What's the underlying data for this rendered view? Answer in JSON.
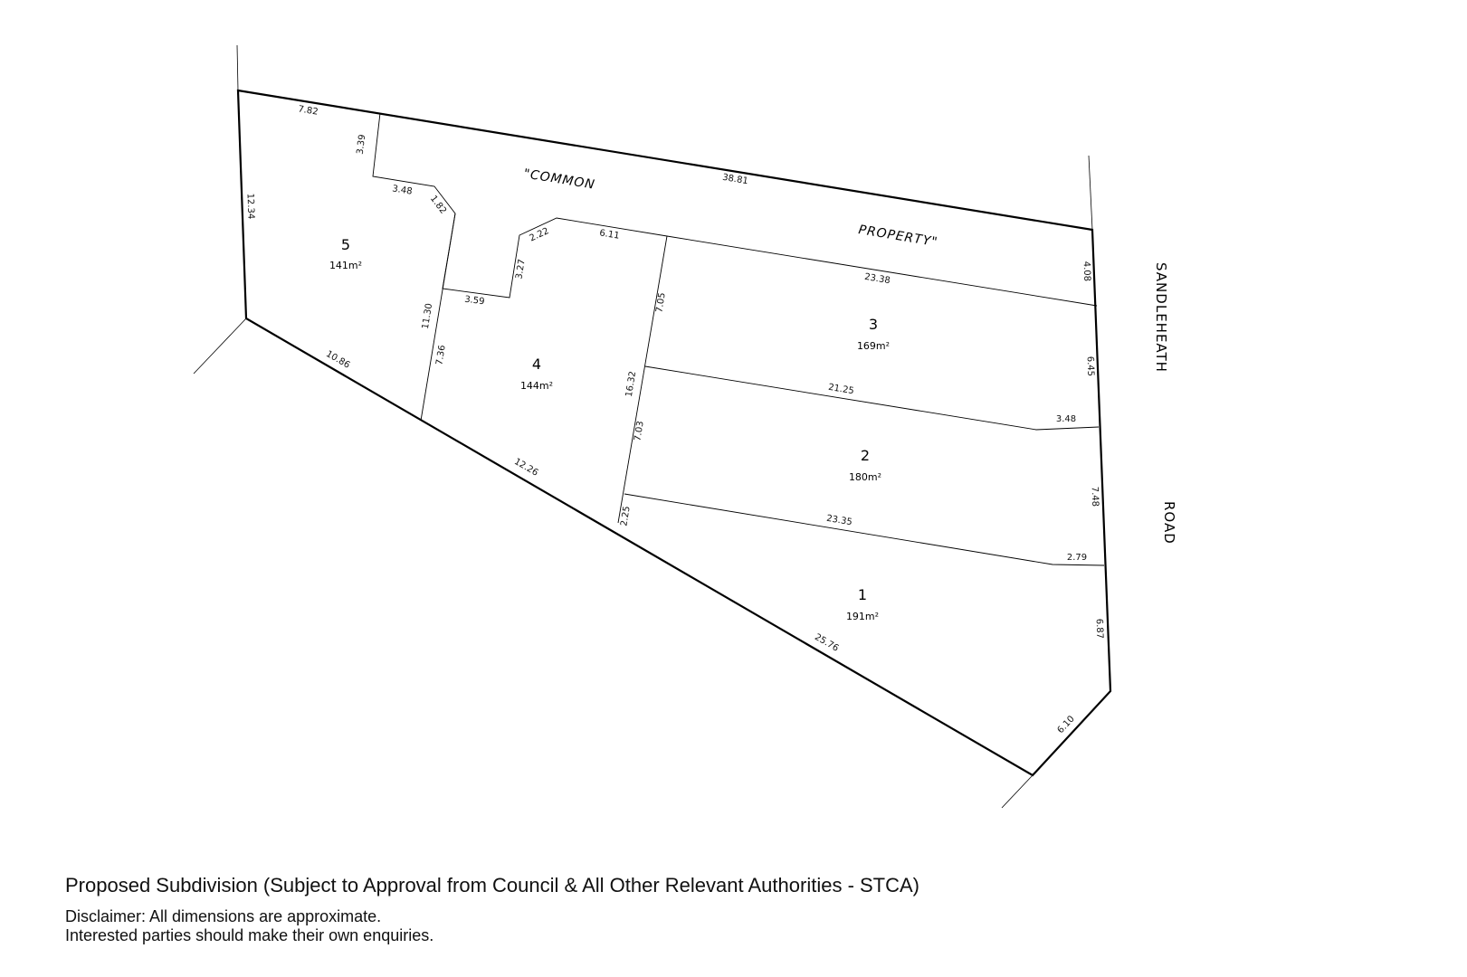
{
  "common_property": {
    "word1": "\"COMMON",
    "word2": "PROPERTY\""
  },
  "road": {
    "word1": "SANDLEHEATH",
    "word2": "ROAD"
  },
  "lots": [
    {
      "number": "5",
      "area": "141m²"
    },
    {
      "number": "4",
      "area": "144m²"
    },
    {
      "number": "3",
      "area": "169m²"
    },
    {
      "number": "2",
      "area": "180m²"
    },
    {
      "number": "1",
      "area": "191m²"
    }
  ],
  "dimensions": {
    "top_left": "7.82",
    "top_main": "38.81",
    "left_side": "12.34",
    "cp_drop": "3.39",
    "cp_step": "3.48",
    "cp_diag": "1.82",
    "cp_lot4_diag": "2.22",
    "cp_lot4_top": "6.11",
    "cp_lot4_step": "3.27",
    "lot4_step_bottom": "3.59",
    "lot3_top": "23.38",
    "right_upper": "4.08",
    "right_lot3": "6.45",
    "lot3_lot2_line": "21.25",
    "lot2_jog": "3.48",
    "right_lot2": "7.48",
    "lot2_lot1_line": "23.35",
    "lot1_jog": "2.79",
    "right_lot1": "6.87",
    "corner_cut": "6.10",
    "bottom_lot1": "25.76",
    "bottom_lot4": "12.26",
    "bottom_lot5": "10.86",
    "lot5_lot4_total": "11.30",
    "lot5_lot4_lower": "7.36",
    "lot4_lot3_total": "16.32",
    "lot4_lot3_upper": "7.05",
    "lot4_lot2": "7.03",
    "lot4_lot1": "2.25"
  },
  "caption": {
    "title": "Proposed Subdivision (Subject to Approval from Council & All Other Relevant Authorities - STCA)",
    "disclaimer_line1": "Disclaimer: All dimensions are approximate.",
    "disclaimer_line2": "Interested parties should make their own enquiries."
  }
}
